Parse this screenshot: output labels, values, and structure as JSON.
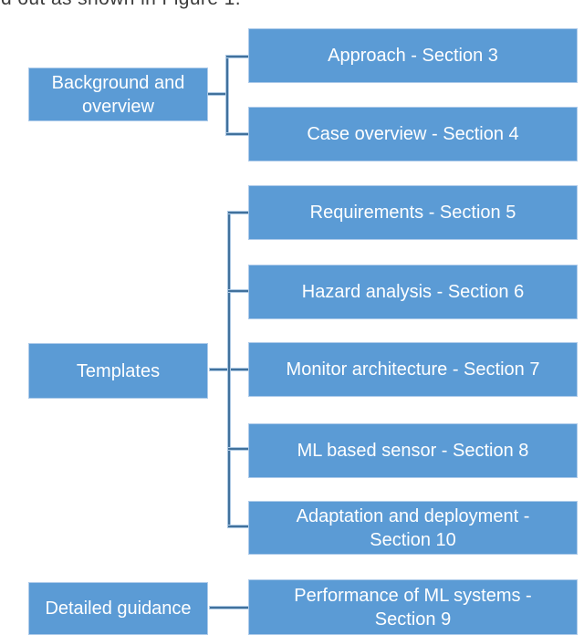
{
  "caption": "d out as shown in Figure 1.",
  "colors": {
    "box_fill": "#5B9BD5",
    "box_border": "#AECBEA",
    "connector": "#41719C",
    "box_text": "#FFFFFF",
    "caption_text": "#3C3C3C"
  },
  "diagram": {
    "groups": [
      {
        "parent": "Background and overview",
        "children": [
          "Approach - Section 3",
          "Case overview - Section 4"
        ]
      },
      {
        "parent": "Templates",
        "children": [
          "Requirements - Section 5",
          "Hazard analysis - Section 6",
          "Monitor architecture - Section 7",
          "ML based sensor - Section 8",
          "Adaptation and deployment - Section 10"
        ]
      },
      {
        "parent": "Detailed guidance",
        "children": [
          "Performance of ML systems - Section 9"
        ]
      }
    ]
  }
}
